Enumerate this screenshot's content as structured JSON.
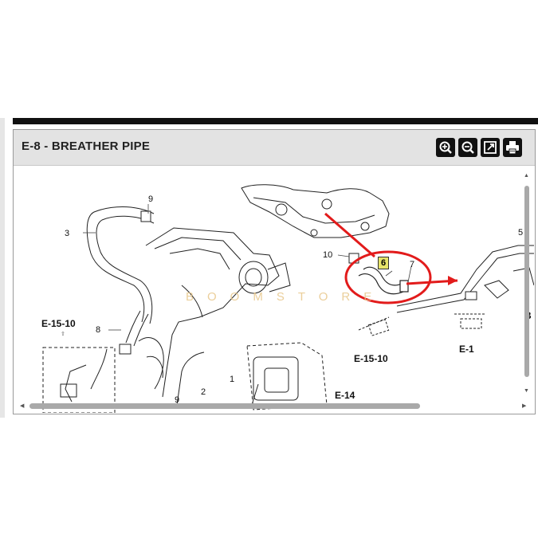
{
  "panel": {
    "title": "E-8 - BREATHER PIPE"
  },
  "toolbar": {
    "buttons": [
      {
        "name": "zoom-in",
        "icon": "zoom-in-icon"
      },
      {
        "name": "zoom-out",
        "icon": "zoom-out-icon"
      },
      {
        "name": "fit-screen",
        "icon": "fit-screen-icon"
      },
      {
        "name": "print",
        "icon": "print-icon"
      }
    ]
  },
  "diagram": {
    "callouts": {
      "n1": "1",
      "n2": "2",
      "n3": "3",
      "n5": "5",
      "n7": "7",
      "n8": "8",
      "n9": "9",
      "n9b": "9",
      "n10": "10"
    },
    "highlighted_part": "6",
    "refs": {
      "e15_10_left": "E-15-10",
      "e15_10_center": "E-15-10",
      "e1": "E-1",
      "e14": "E-14",
      "b_edge": "B"
    },
    "watermark": "BOOMSTORE",
    "highlight_color": "#e21b1b"
  }
}
